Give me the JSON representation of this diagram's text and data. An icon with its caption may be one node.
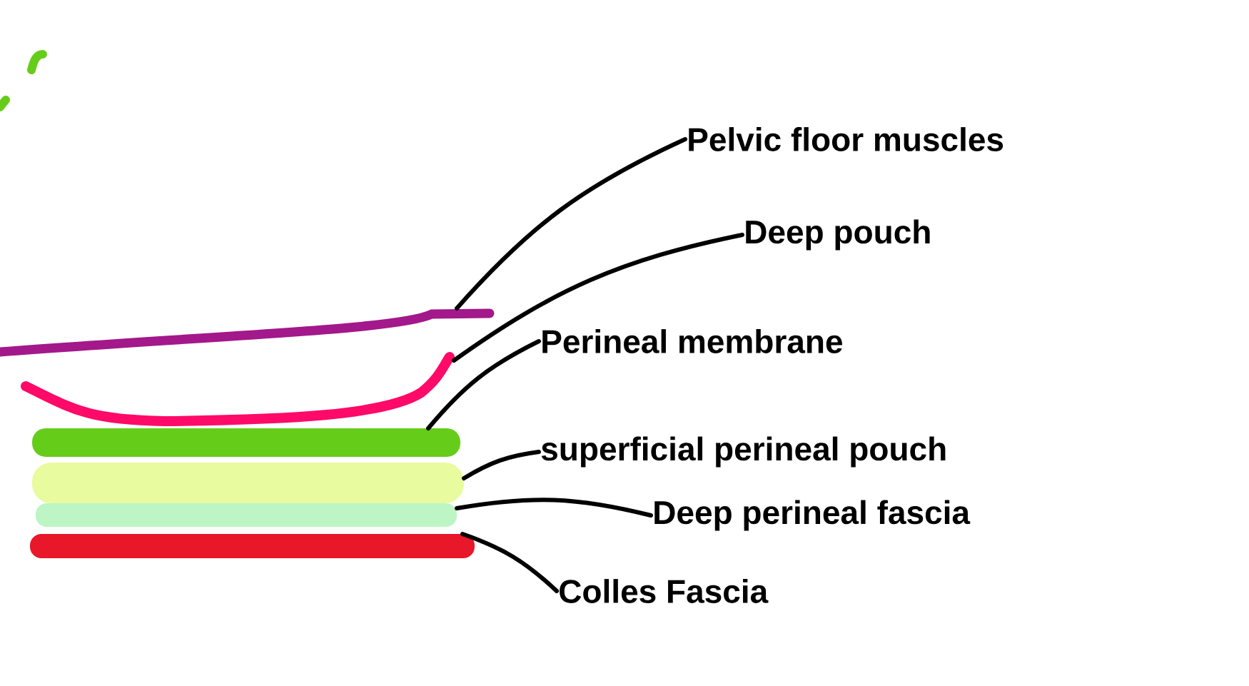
{
  "diagram": {
    "nodes": [
      {
        "text": [
          "Pelvic floor muscles"
        ]
      },
      {
        "text": [
          "Deep pouch"
        ]
      },
      {
        "text": [
          "Perineal membrane"
        ]
      },
      {
        "text": [
          "superficial perineal pouch"
        ]
      },
      {
        "text": [
          "Deep perineal fascia"
        ]
      },
      {
        "text": [
          "Colles Fascia"
        ]
      },
      {
        "text": [],
        "shape": "bar"
      },
      {
        "text": [],
        "shape": "bar"
      },
      {
        "text": [],
        "shape": "bar"
      },
      {
        "text": [],
        "shape": "bar"
      },
      {
        "text": [],
        "shape": "bar"
      },
      {
        "text": [],
        "shape": "bar"
      }
    ],
    "edges": [
      {
        "from": 0,
        "to": 6,
        "arrow": "none"
      },
      {
        "from": 1,
        "to": 7,
        "arrow": "none"
      },
      {
        "from": 2,
        "to": 8,
        "arrow": "none"
      },
      {
        "from": 3,
        "to": 9,
        "arrow": "none"
      },
      {
        "from": 4,
        "to": 10,
        "arrow": "none"
      },
      {
        "from": 5,
        "to": 11,
        "arrow": "none"
      }
    ]
  }
}
